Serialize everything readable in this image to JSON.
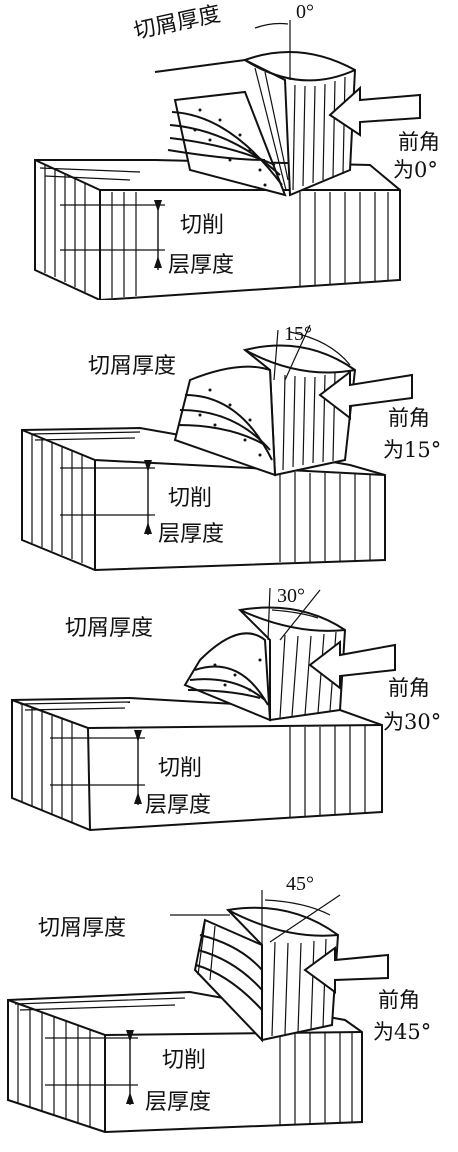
{
  "panels": [
    {
      "angle_label": "0°",
      "chip_thickness_label": "切屑厚度",
      "cutting_thickness_line1": "切削",
      "cutting_thickness_line2": "层厚度",
      "rake_angle_line1": "前角",
      "rake_angle_line2": "为0°",
      "rake_angle_deg": 0
    },
    {
      "angle_label": "15°",
      "chip_thickness_label": "切屑厚度",
      "cutting_thickness_line1": "切削",
      "cutting_thickness_line2": "层厚度",
      "rake_angle_line1": "前角",
      "rake_angle_line2": "为15°",
      "rake_angle_deg": 15
    },
    {
      "angle_label": "30°",
      "chip_thickness_label": "切屑厚度",
      "cutting_thickness_line1": "切削",
      "cutting_thickness_line2": "层厚度",
      "rake_angle_line1": "前角",
      "rake_angle_line2": "为30°",
      "rake_angle_deg": 30
    },
    {
      "angle_label": "45°",
      "chip_thickness_label": "切屑厚度",
      "cutting_thickness_line1": "切削",
      "cutting_thickness_line2": "层厚度",
      "rake_angle_line1": "前角",
      "rake_angle_line2": "为45°",
      "rake_angle_deg": 45
    }
  ]
}
